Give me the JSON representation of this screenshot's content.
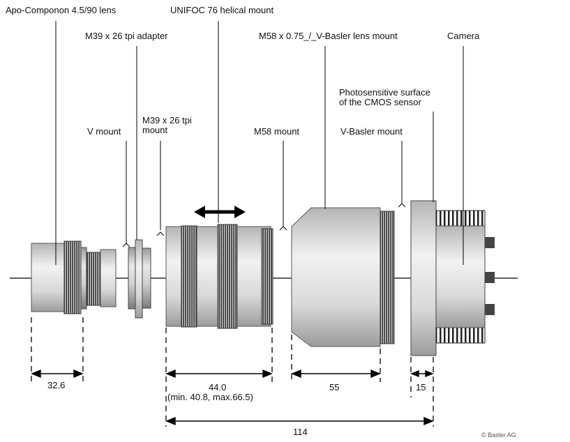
{
  "labels": {
    "lens": "Apo-Componon 4.5/90 lens",
    "helical": "UNIFOC 76 helical mount",
    "adapter": "M39 x 26 tpi adapter",
    "m58_basler": "M58 x 0.75_/_V-Basler lens mount",
    "camera": "Camera",
    "sensor_line1": "Photosensitive surface",
    "sensor_line2": "of the CMOS sensor",
    "v_mount": "V mount",
    "m39_mount_line1": "M39 x 26 tpi",
    "m39_mount_line2": "mount",
    "m58_mount": "M58 mount",
    "vbasler_mount": "V-Basler mount"
  },
  "dimensions": {
    "d1": "32.6",
    "d2": "44.0",
    "d2_note": "(min. 40.8, max.66.5)",
    "d3": "55",
    "d4": "15",
    "total": "114"
  },
  "credit": "© Basler AG"
}
